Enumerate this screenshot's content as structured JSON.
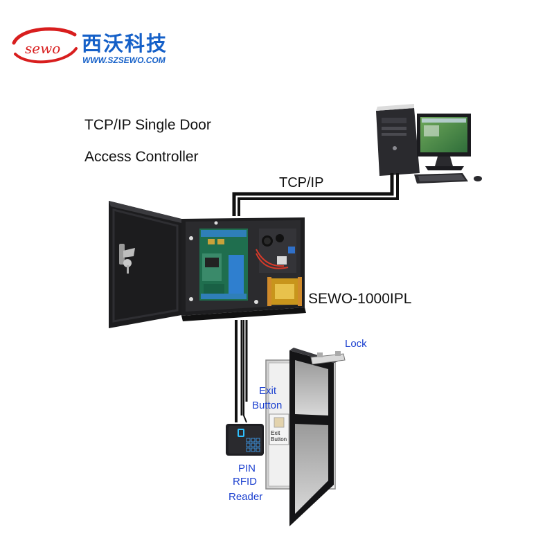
{
  "brand": {
    "logo_mark": "sewo",
    "name_cn": "西沃科技",
    "url": "WWW.SZSEWO.COM"
  },
  "title": {
    "line1": "TCP/IP Single Door",
    "line2": "Access Controller"
  },
  "labels": {
    "network": "TCP/IP",
    "controller_model": "SEWO-1000IPL",
    "lock": "Lock",
    "exit_button_line1": "Exit",
    "exit_button_line2": "Button",
    "exit_plate_line1": "Exit",
    "exit_plate_line2": "Button",
    "reader_line1": "PIN",
    "reader_line2": "RFID",
    "reader_line3": "Reader"
  },
  "colors": {
    "label_blue": "#1a3fcf",
    "logo_red": "#d81e1e",
    "logo_blue": "#1560c8",
    "cabinet": "#1c1c1e"
  }
}
